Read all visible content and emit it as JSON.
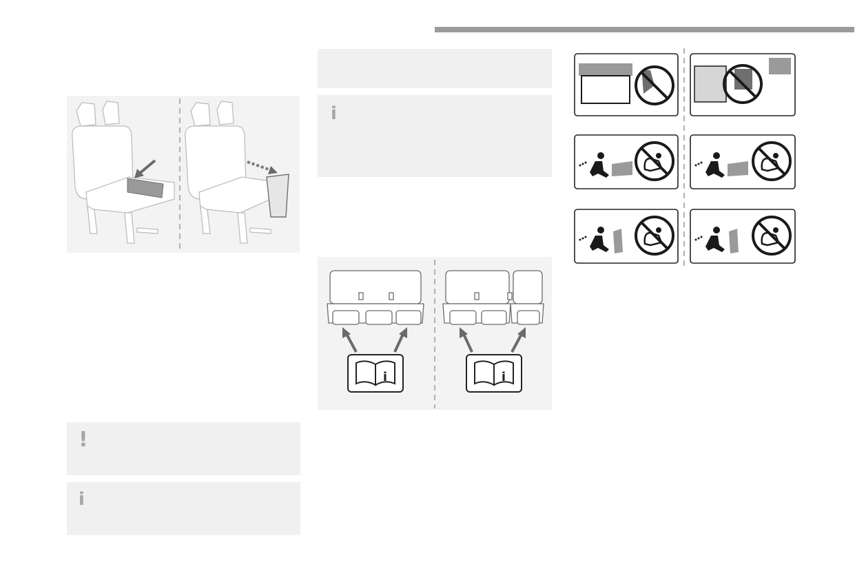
{
  "colors": {
    "header_bar": "#9b9b9b",
    "note_panel": "#f0f0f0",
    "note_glyph": "#a6a6a6",
    "illustration_bg": "#f3f3f3"
  },
  "notes": {
    "top_blank_icon": "",
    "top_info_icon": "i",
    "bottom_warning_icon": "!",
    "bottom_info_icon": "i"
  },
  "illustrations": {
    "seat_armrest": {
      "icon": "rear-seat-armrest-fold-down"
    },
    "rear_bench_isofix": {
      "icon": "rear-bench-isofix-anchors",
      "book_icons": [
        "handbook-info-icon",
        "handbook-info-icon"
      ]
    },
    "child_seat_pictograms": {
      "icon": "child-seat-position-pictograms",
      "grid": [
        [
          "no-child-seat-on-bench-icon",
          "no-child-seat-facing-table-icon"
        ],
        [
          "no-rear-facing-seat-icon",
          "no-rear-facing-seat-icon"
        ],
        [
          "no-rear-facing-seat-icon",
          "no-rear-facing-seat-icon"
        ]
      ]
    }
  }
}
